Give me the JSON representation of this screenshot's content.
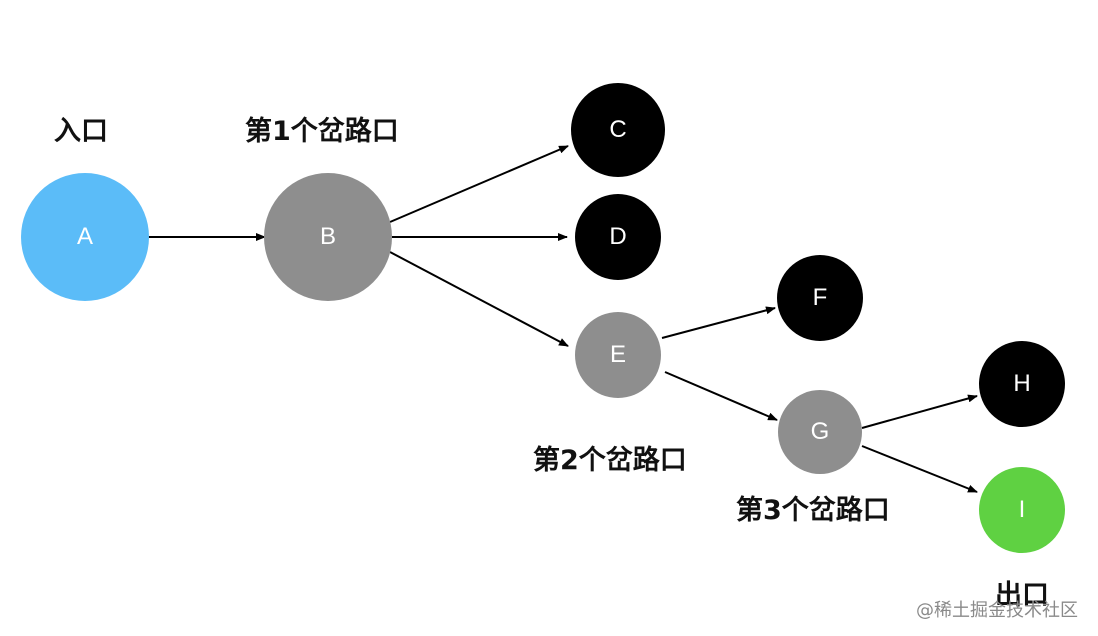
{
  "colors": {
    "entry": "#5bbcf8",
    "fork": "#8e8e8e",
    "dead_end": "#000000",
    "exit": "#5fd142",
    "edge": "#000000",
    "node_text": "#ffffff",
    "watermark": "#8a8a8a"
  },
  "nodes": [
    {
      "id": "A",
      "label": "A",
      "role": "entry"
    },
    {
      "id": "B",
      "label": "B",
      "role": "fork"
    },
    {
      "id": "C",
      "label": "C",
      "role": "dead_end"
    },
    {
      "id": "D",
      "label": "D",
      "role": "dead_end"
    },
    {
      "id": "E",
      "label": "E",
      "role": "fork"
    },
    {
      "id": "F",
      "label": "F",
      "role": "dead_end"
    },
    {
      "id": "G",
      "label": "G",
      "role": "fork"
    },
    {
      "id": "H",
      "label": "H",
      "role": "dead_end"
    },
    {
      "id": "I",
      "label": "I",
      "role": "exit"
    }
  ],
  "edges": [
    {
      "from": "A",
      "to": "B"
    },
    {
      "from": "B",
      "to": "C"
    },
    {
      "from": "B",
      "to": "D"
    },
    {
      "from": "B",
      "to": "E"
    },
    {
      "from": "E",
      "to": "F"
    },
    {
      "from": "E",
      "to": "G"
    },
    {
      "from": "G",
      "to": "H"
    },
    {
      "from": "G",
      "to": "I"
    }
  ],
  "labels": {
    "entry": "入口",
    "fork_1": "第1个岔路口",
    "fork_2": "第2个岔路口",
    "fork_3": "第3个岔路口",
    "exit": "出口"
  },
  "watermark": "@稀土掘金技术社区"
}
